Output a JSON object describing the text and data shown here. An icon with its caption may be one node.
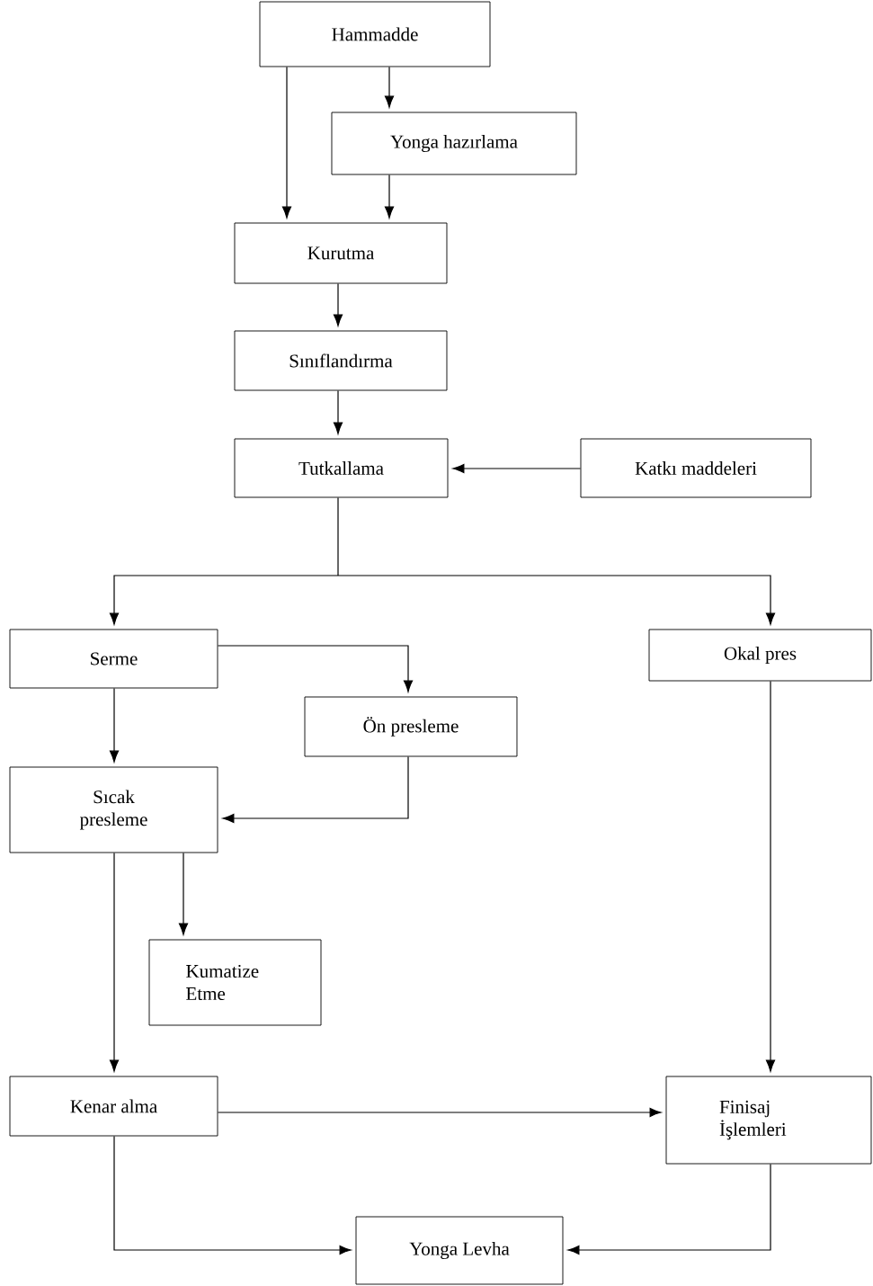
{
  "diagram": {
    "nodes": [
      {
        "text": [
          "Hammadde"
        ]
      },
      {
        "text": [
          "Yonga hazırlama"
        ]
      },
      {
        "text": [
          "Kurutma"
        ]
      },
      {
        "text": [
          "Sınıflandırma"
        ]
      },
      {
        "text": [
          "Tutkallama"
        ]
      },
      {
        "text": [
          "Katkı maddeleri"
        ]
      },
      {
        "text": [
          "Serme"
        ]
      },
      {
        "text": [
          "Okal pres"
        ]
      },
      {
        "text": [
          "Ön presleme"
        ]
      },
      {
        "text": [
          "Sıcak presleme"
        ]
      },
      {
        "text": [
          "Kumatize Etme"
        ]
      },
      {
        "text": [
          "Kenar alma"
        ]
      },
      {
        "text": [
          "Finisaj İşlemleri"
        ]
      },
      {
        "text": [
          "Yonga Levha"
        ]
      }
    ],
    "edges": [
      {
        "from": 0,
        "to": 2,
        "arrow": "to"
      },
      {
        "from": 0,
        "to": 1,
        "arrow": "to"
      },
      {
        "from": 1,
        "to": 2,
        "arrow": "to"
      },
      {
        "from": 2,
        "to": 3,
        "arrow": "to"
      },
      {
        "from": 3,
        "to": 4,
        "arrow": "to"
      },
      {
        "from": 5,
        "to": 4,
        "arrow": "to"
      },
      {
        "from": 4,
        "to": 6,
        "arrow": "to"
      },
      {
        "from": 4,
        "to": 7,
        "arrow": "to"
      },
      {
        "from": 6,
        "to": 8,
        "arrow": "to"
      },
      {
        "from": 6,
        "to": 9,
        "arrow": "to"
      },
      {
        "from": 8,
        "to": 9,
        "arrow": "to"
      },
      {
        "from": 9,
        "to": 10,
        "arrow": "to"
      },
      {
        "from": 9,
        "to": 11,
        "arrow": "to"
      },
      {
        "from": 7,
        "to": 12,
        "arrow": "to"
      },
      {
        "from": 11,
        "to": 12,
        "arrow": "to"
      },
      {
        "from": 11,
        "to": 13,
        "arrow": "to"
      },
      {
        "from": 12,
        "to": 13,
        "arrow": "to"
      }
    ]
  }
}
